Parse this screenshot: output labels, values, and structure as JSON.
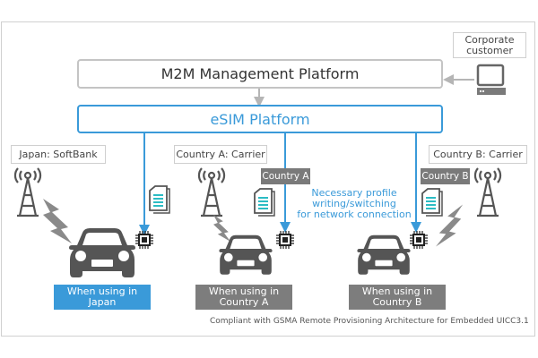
{
  "diagram": {
    "m2m_platform": "M2M Management Platform",
    "esim_platform": "eSIM Platform",
    "corporate_customer": [
      "Corporate",
      "customer"
    ],
    "carriers": {
      "japan": "Japan: SoftBank",
      "country_a": "Country A: Carrier",
      "country_b": "Country B: Carrier"
    },
    "profile_tags": {
      "country_a": "Country A",
      "country_b": "Country B"
    },
    "note": [
      "Necessary profile",
      "writing/switching",
      "for network connection"
    ],
    "usage": {
      "japan": [
        "When using in",
        "Japan"
      ],
      "country_a": [
        "When using in",
        "Country A"
      ],
      "country_b": [
        "When using in",
        "Country B"
      ]
    },
    "footer": "Compliant with GSMA Remote Provisioning Architecture for Embedded UICC3.1",
    "colors": {
      "accent_blue": "#3a9ad9",
      "dark_gray": "#555555",
      "mid_gray": "#7d7d7d",
      "light_gray": "#c4c4c4",
      "profile_teal": "#2bbcc4"
    }
  }
}
